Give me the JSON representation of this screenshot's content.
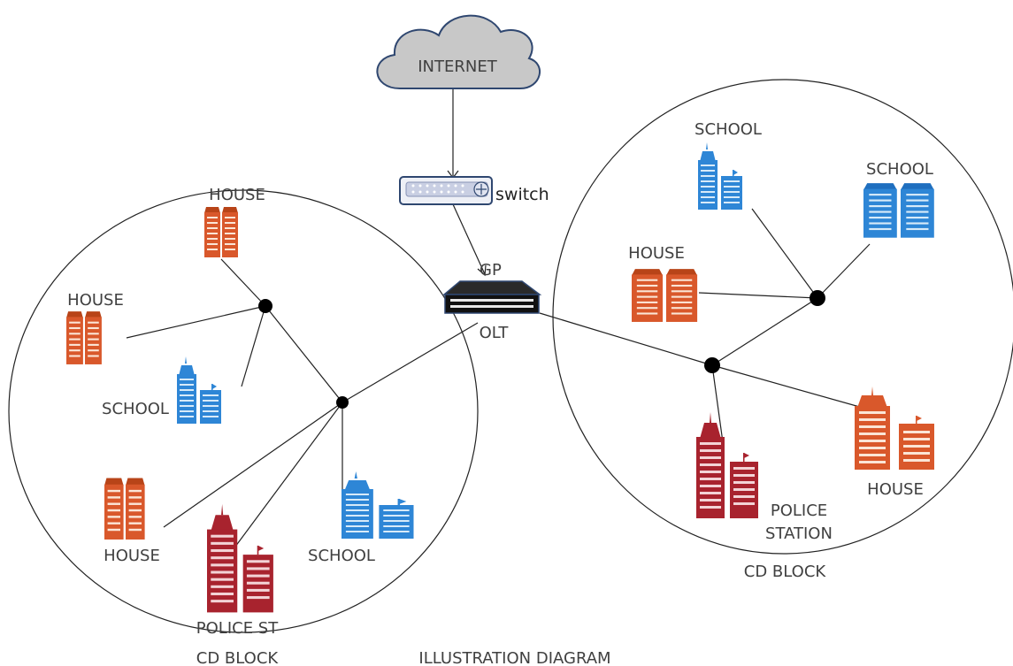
{
  "cloud": {
    "label": "INTERNET"
  },
  "switch": {
    "label": "switch"
  },
  "gp": {
    "label": "GP"
  },
  "olt": {
    "label": "OLT"
  },
  "left_block": {
    "caption": "CD BLOCK",
    "labels": {
      "house_top": "HOUSE",
      "house_left": "HOUSE",
      "school_mid": "SCHOOL",
      "house_bottom": "HOUSE",
      "police": "POLICE ST",
      "school_bottom": "SCHOOL"
    }
  },
  "right_block": {
    "caption": "CD BLOCK",
    "labels": {
      "school_a": "SCHOOL",
      "school_b": "SCHOOL",
      "house_mid": "HOUSE",
      "police_1": "POLICE",
      "police_2": "STATION",
      "house_bottom": "HOUSE"
    }
  },
  "footer": {
    "caption": "ILLUSTRATION DIAGRAM"
  },
  "colors": {
    "house": "#d9582b",
    "school": "#2e86d6",
    "police": "#a8232e",
    "cloud": "#c8c8c8",
    "line": "#222222"
  }
}
